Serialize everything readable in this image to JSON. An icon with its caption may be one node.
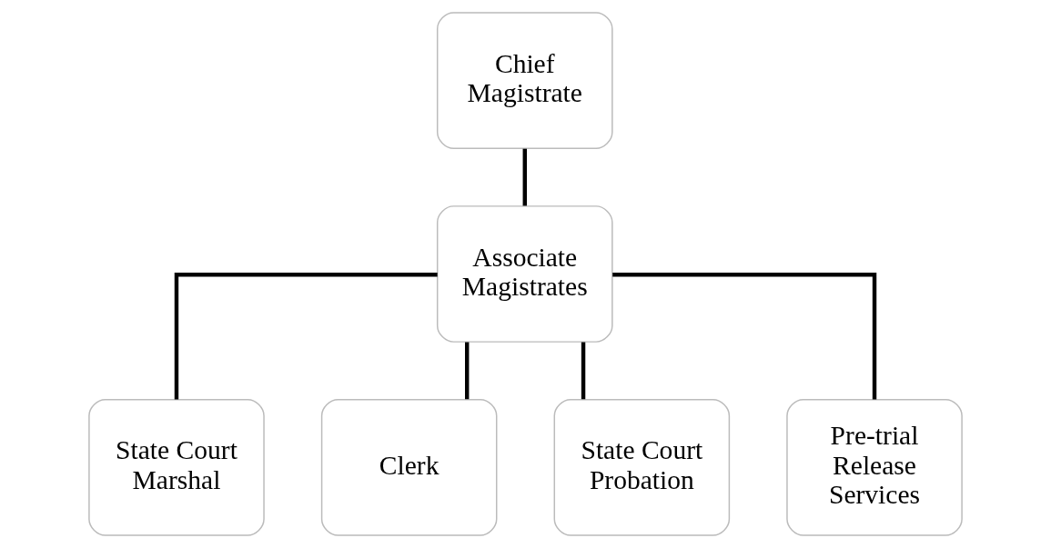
{
  "diagram": {
    "nodes": [
      {
        "text": [
          "Chief Magistrate"
        ]
      },
      {
        "text": [
          "Associate Magistrates"
        ]
      },
      {
        "text": [
          "State Court Marshal"
        ]
      },
      {
        "text": [
          "Clerk"
        ]
      },
      {
        "text": [
          "State Court Probation"
        ]
      },
      {
        "text": [
          "Pre-trial Release Services"
        ]
      }
    ],
    "edges": [
      {
        "from": 0,
        "to": 1,
        "arrow": "none"
      },
      {
        "from": 1,
        "to": 2,
        "arrow": "none"
      },
      {
        "from": 1,
        "to": 3,
        "arrow": "none"
      },
      {
        "from": 1,
        "to": 4,
        "arrow": "none"
      },
      {
        "from": 1,
        "to": 5,
        "arrow": "none"
      }
    ]
  }
}
